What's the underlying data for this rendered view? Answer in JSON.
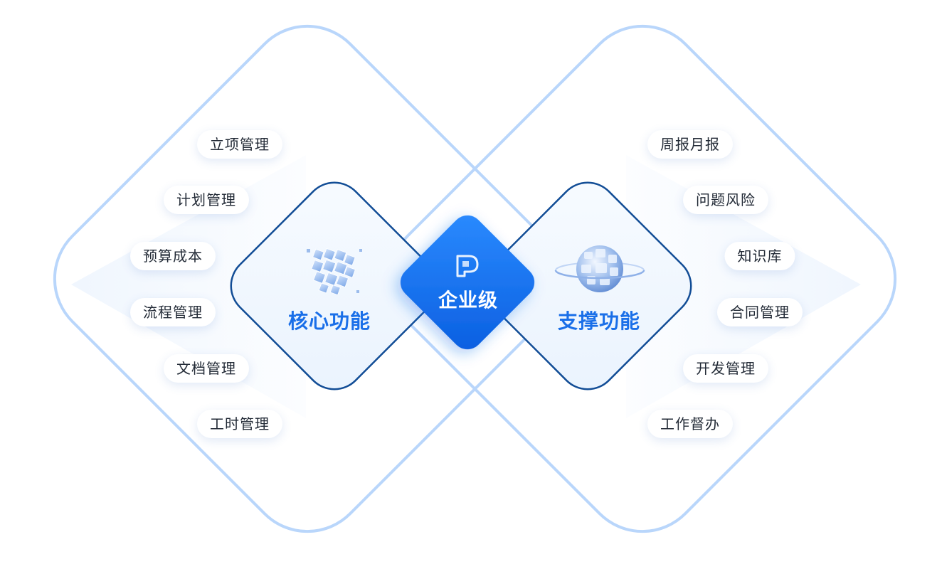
{
  "center": {
    "label": "企业级",
    "icon": "enterprise-logo-icon"
  },
  "core": {
    "title": "核心功能",
    "icon": "cubes-icon",
    "items": [
      {
        "label": "立项管理"
      },
      {
        "label": "计划管理"
      },
      {
        "label": "预算成本"
      },
      {
        "label": "流程管理"
      },
      {
        "label": "文档管理"
      },
      {
        "label": "工时管理"
      }
    ]
  },
  "support": {
    "title": "支撑功能",
    "icon": "globe-icon",
    "items": [
      {
        "label": "周报月报"
      },
      {
        "label": "问题风险"
      },
      {
        "label": "知识库"
      },
      {
        "label": "合同管理"
      },
      {
        "label": "开发管理"
      },
      {
        "label": "工作督办"
      }
    ]
  },
  "colors": {
    "accent": "#1a6fe8",
    "outer_frame": "#b9d6fb",
    "inner_frame": "#124d96",
    "center_fill": "#1677f2"
  }
}
